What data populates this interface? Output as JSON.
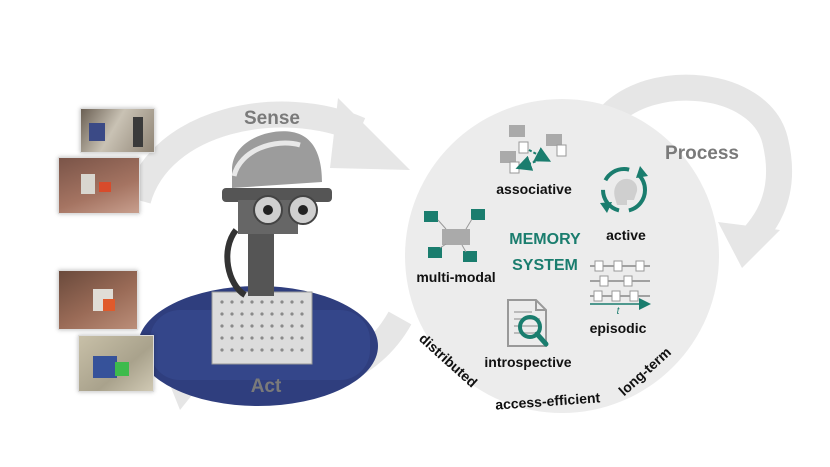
{
  "cycle": {
    "sense": "Sense",
    "act": "Act",
    "process": "Process"
  },
  "memory": {
    "title_line1": "MEMORY",
    "title_line2": "SYSTEM",
    "properties": {
      "associative": "associative",
      "active": "active",
      "multimodal": "multi-modal",
      "episodic": "episodic",
      "introspective": "introspective"
    },
    "episodic_time_symbol": "t"
  },
  "characteristics": {
    "distributed": "distributed",
    "access_efficient": "access-efficient",
    "long_term": "long-term"
  },
  "colors": {
    "accent": "#1a7d6e",
    "arrow_grey": "#e6e6e6",
    "label_grey": "#7a7a7a",
    "circle_fill": "#ececec"
  },
  "icons": [
    "robot-image",
    "sense-photo",
    "act-photo",
    "associative-icon",
    "active-icon",
    "multimodal-icon",
    "episodic-icon",
    "introspective-icon"
  ]
}
